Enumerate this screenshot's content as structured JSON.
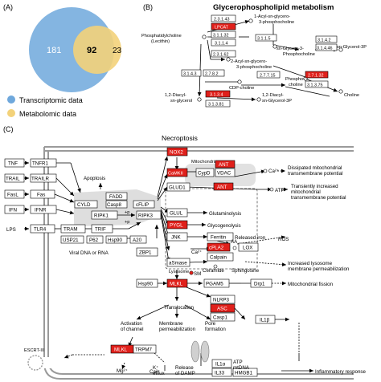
{
  "panels": {
    "a": "(A)",
    "b": "(B)",
    "c": "(C)"
  },
  "venn": {
    "left_only": "181",
    "overlap": "92",
    "right_only": "23",
    "legend": [
      {
        "label": "Transcriptomic data",
        "color": "#6fa8dc"
      },
      {
        "label": "Metabolomic data",
        "color": "#f3d27a"
      }
    ]
  },
  "glycero": {
    "title": "Glycerophospholipid metabolism",
    "metabolites": {
      "pc": "Phosphatidylcholine\n(Lecithin)",
      "acyl1": "1-Acyl-sn-glycero-\n3-phosphocholine",
      "snglyc": "sn-Glycero-3-\nPhosphocholine",
      "snglyc3p": "sn-Glycerol-3P",
      "acyl2": "2-Acyl-sn-glycero-\n3-phosphocholine",
      "cdp": "CDP-choline",
      "phosphocholine": "Phospho-\ncholine",
      "choline": "Choline",
      "diacyl": "1,2-Diacyl-\nsn-glycerol",
      "diacyl3p": "1,2-Diacyl-\nsn-Glycerol-3P"
    },
    "enzymes": {
      "e1": "2.3.1.43",
      "e2": "LPCAT",
      "e3": "3.1.1.32",
      "e4": "3.1.1.4",
      "e5": "3.1.1.5",
      "e6": "3.1.4.2",
      "e7": "3.1.4.46",
      "e8": "2.3.1.62",
      "e9": "2.7.8.2",
      "e10": "3.1.4.3",
      "e11": "2.7.7.15",
      "e12": "2.7.1.32",
      "e13": "3.1.3.75",
      "e14": "3.1.3.4",
      "e15": "3.1.3.81"
    }
  },
  "necro": {
    "title": "Necroptosis",
    "compartments": {
      "mito": "Mitochondria",
      "lyso": "Lysosome"
    },
    "receptors": {
      "tnf": "TNF",
      "tnfr1": "TNFR1",
      "trail": "TRAIL",
      "trailr": "TRAILR",
      "fasl": "FasL",
      "fas": "Fas",
      "ifn": "IFN",
      "ifnr": "IFNR",
      "lps": "LPS",
      "tlr4": "TLR4",
      "tram": "TRAM",
      "trif": "TRIF"
    },
    "complex": {
      "fadd": "FADD",
      "casp8": "Casp8",
      "cflip": "cFLIP",
      "cyld": "CYLD",
      "ripk1": "RIPK1",
      "ripk3": "RIPK3",
      "usp21": "USP21",
      "p62": "P62",
      "hsp90a": "Hsp90",
      "a20": "A20",
      "p1": "+p",
      "p2": "+p"
    },
    "genes": {
      "nox2": "NOX2",
      "camkii": "CaMKII",
      "cypd": "CypD",
      "vdac": "VDAC",
      "ant1": "ANT",
      "ant2": "ANT",
      "glud1": "GLUD1",
      "glul": "GLUL",
      "pygl": "PYGL",
      "jnk": "JNK",
      "ferritin": "Ferritin",
      "pla2": "cPLA2",
      "lox": "LOX",
      "calpain": "Calpain",
      "asmase": "aSmase",
      "zbp1": "ZBP1",
      "hsp90b": "Hsp90",
      "mlkl": "MLKL",
      "pgam5": "PGAM5",
      "drp1": "Drp1",
      "nlrp3": "NLRP3",
      "asc": "ASC",
      "casp1": "Casp1",
      "il1b": "IL1β",
      "mlkl2": "MLKL",
      "trpm7": "TRPM7",
      "il1a": "IL1α",
      "il33": "IL33",
      "atp_mtdna": "ATP\nmtDNA",
      "hmgb1": "HMGB1"
    },
    "texts": {
      "apoptosis": "Apoptosis",
      "viral": "Viral DNA or RNA",
      "ca1": "Ca²⁺",
      "atp": "ATP",
      "glutaminolysis": "Glutaminolysis",
      "glycogenolysis": "Glycogenolysis",
      "released_iron": "Released iron",
      "ros": "ROS",
      "aa": "AA",
      "ca2": "Ca²⁺",
      "ceramide": "Ceramide",
      "sphingosine": "Sphingosine",
      "sm": "SM",
      "dissipated": "Dissipated mitochondrial\ntransmembrane potential",
      "transient": "Transiently increased\nmitochondrial\ntransmembrane potential",
      "lysosome_perm": "Increased lysosome\nmembrane permeabilization",
      "fission": "Mitochondrial fission",
      "translocation": "Translocation",
      "activation": "Activation\nof channel",
      "membrane_perm": "Membrane\npermeabilization",
      "pore": "Pore\nformation",
      "k_efflux": "K⁺\nefflux",
      "release_damp": "Release\nof DAMP",
      "mg": "Mg²⁺",
      "ca3": "Ca²⁺",
      "escrt": "ESCRT-III",
      "inflammatory": "Inflammatory response"
    }
  },
  "colors": {
    "red": "#e0201b",
    "venn_blue": "#6fa8dc",
    "venn_yellow": "#f3d27a",
    "gray": "#b4b4b4"
  }
}
